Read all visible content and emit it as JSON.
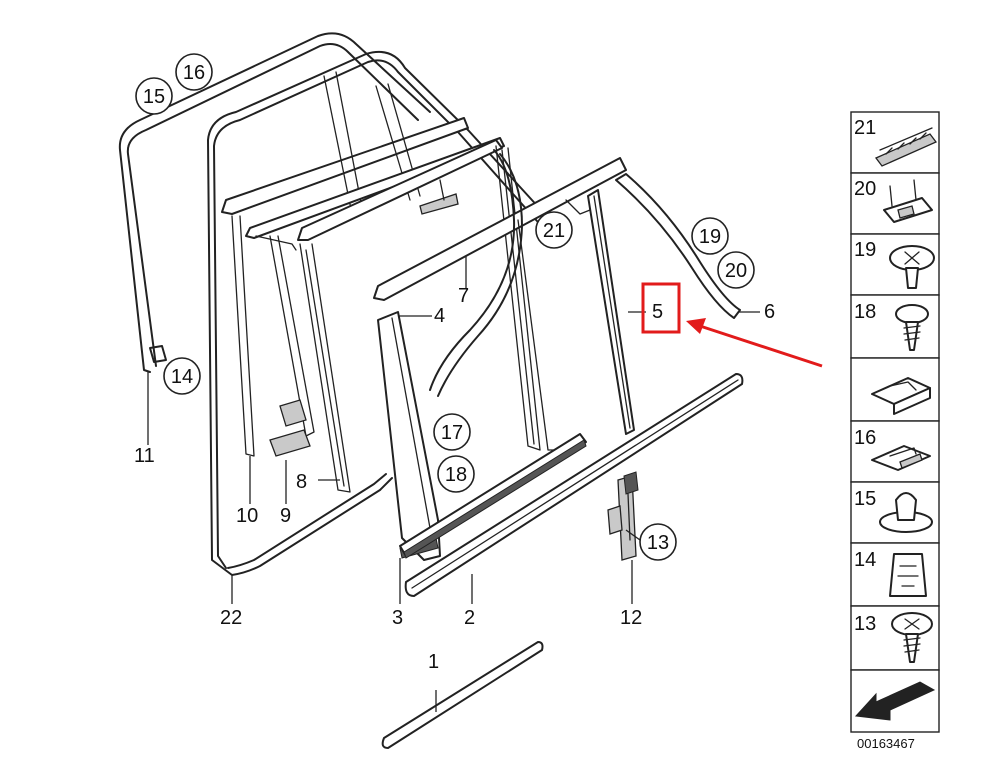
{
  "diagram": {
    "image_id": "00163467",
    "colors": {
      "highlight": "#e21b1b",
      "ink": "#222222",
      "shade": "#c9c9c9"
    },
    "callouts": [
      {
        "label": "1"
      },
      {
        "label": "2"
      },
      {
        "label": "3"
      },
      {
        "label": "4"
      },
      {
        "label": "5"
      },
      {
        "label": "6"
      },
      {
        "label": "7"
      },
      {
        "label": "8"
      },
      {
        "label": "9"
      },
      {
        "label": "10"
      },
      {
        "label": "11"
      },
      {
        "label": "12"
      },
      {
        "label": "22"
      }
    ],
    "circled": [
      {
        "label": "15"
      },
      {
        "label": "16"
      },
      {
        "label": "14"
      },
      {
        "label": "21"
      },
      {
        "label": "19"
      },
      {
        "label": "20"
      },
      {
        "label": "17"
      },
      {
        "label": "18"
      },
      {
        "label": "13"
      }
    ],
    "panel": [
      {
        "label": "21",
        "icon": "clip-strip-icon"
      },
      {
        "label": "20",
        "icon": "bracket-clip-icon"
      },
      {
        "label": "19",
        "icon": "plastic-rivet-icon"
      },
      {
        "label": "18",
        "icon": "screw-icon"
      },
      {
        "label": "",
        "icon": "spring-nut-icon"
      },
      {
        "label": "16",
        "icon": "clip-icon"
      },
      {
        "label": "15",
        "icon": "clip-mushroom-icon"
      },
      {
        "label": "14",
        "icon": "spring-clip-icon"
      },
      {
        "label": "13",
        "icon": "washer-screw-icon"
      },
      {
        "label": "",
        "icon": "arrow-icon"
      }
    ]
  }
}
